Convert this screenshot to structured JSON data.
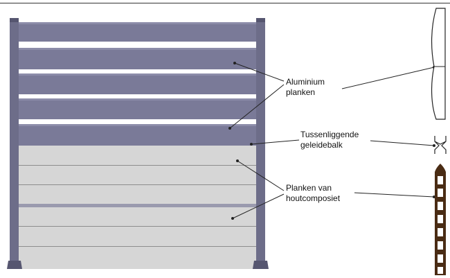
{
  "labels": {
    "aluminium_l1": "Aluminium",
    "aluminium_l2": "planken",
    "tussen_l1": "Tussenliggende",
    "tussen_l2": "geleidebalk",
    "hout_l1": "Planken van",
    "hout_l2": "houtcomposiet"
  },
  "colors": {
    "aluminium_plank": "#7a7a98",
    "aluminium_plank_top": "#8c8ca9",
    "post": "#6d6d89",
    "post_dark": "#565670",
    "composite_plank": "#d6d6d6",
    "composite_seam": "#8d8d8d",
    "rail": "#9a9aae",
    "profile_brown": "#4a2c14",
    "leader_line": "#222222"
  }
}
